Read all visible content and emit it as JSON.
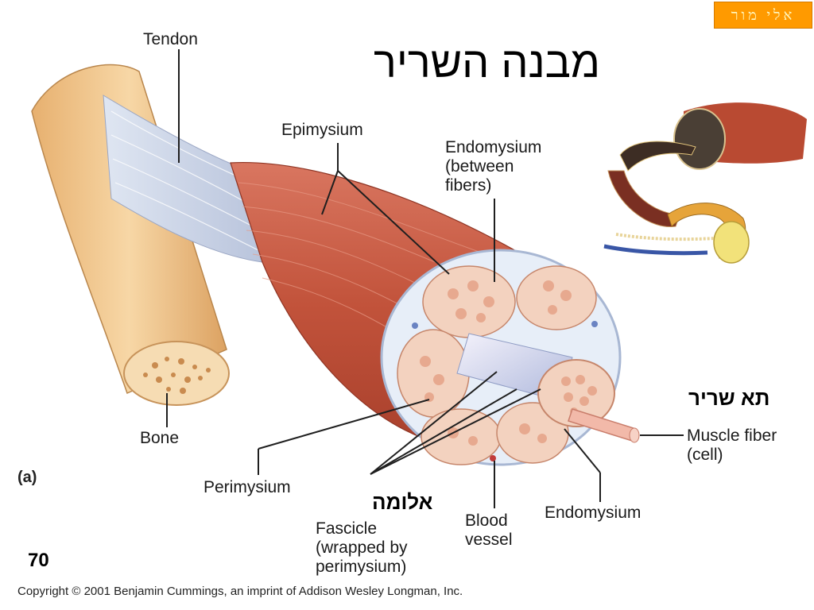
{
  "slide": {
    "title": "מבנה השריר",
    "author_badge": "אלי מור",
    "page_number": "70",
    "copyright": "Copyright © 2001 Benjamin Cummings, an imprint of Addison Wesley Longman, Inc."
  },
  "diagram": {
    "panel_label": "(a)",
    "labels": {
      "tendon": "Tendon",
      "bone": "Bone",
      "epimysium": "Epimysium",
      "endomysium_between_1": "Endomysium",
      "endomysium_between_2": "(between",
      "endomysium_between_3": "fibers)",
      "perimysium": "Perimysium",
      "fascicle_1": "Fascicle",
      "fascicle_2": "(wrapped by",
      "fascicle_3": "perimysium)",
      "blood_vessel_1": "Blood",
      "blood_vessel_2": "vessel",
      "endomysium": "Endomysium",
      "muscle_fiber_1": "Muscle fiber",
      "muscle_fiber_2": "(cell)"
    },
    "hebrew_labels": {
      "fascicle": "אלומה",
      "muscle_cell": "תא שריר"
    }
  },
  "colors": {
    "badge": "#ff9a00",
    "muscle": "#c8553d",
    "bone": "#f0c48a",
    "fiber_fill": "#f3d2bf"
  }
}
